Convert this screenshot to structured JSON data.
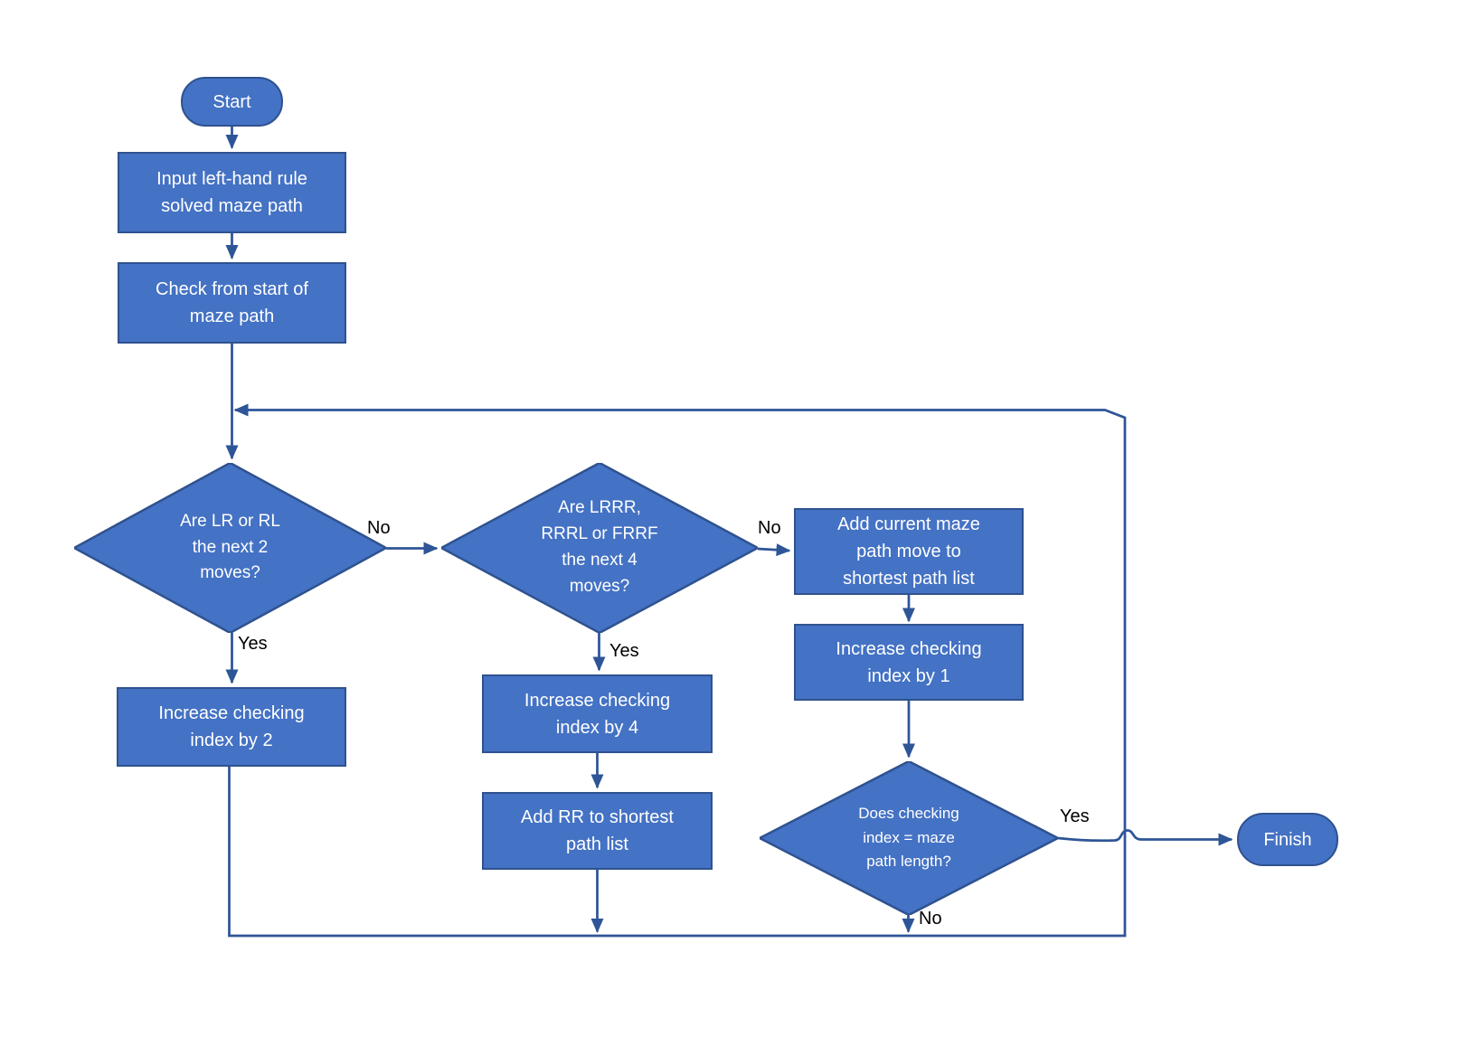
{
  "colors": {
    "background": "#FFFFFF",
    "node_fill": "#4472C4",
    "node_border": "#2F528F",
    "connector": "#2E5597",
    "node_text": "#FFFFFF",
    "edge_label_text": "#000000"
  },
  "nodes": {
    "start": {
      "type": "terminator",
      "label": "Start"
    },
    "input_path": {
      "type": "process",
      "label": "Input left-hand rule\nsolved maze path"
    },
    "check_start": {
      "type": "process",
      "label": "Check from start of\nmaze path"
    },
    "decision_lr_rl": {
      "type": "decision",
      "label": "Are LR or RL\nthe next 2\nmoves?"
    },
    "decision_lrrr": {
      "type": "decision",
      "label": "Are LRRR,\nRRRL or FRRF\nthe next 4\nmoves?"
    },
    "add_current": {
      "type": "process",
      "label": "Add current maze\npath move to\nshortest path list"
    },
    "inc_by_2": {
      "type": "process",
      "label": "Increase checking\nindex by 2"
    },
    "inc_by_4": {
      "type": "process",
      "label": "Increase checking\nindex by 4"
    },
    "add_rr": {
      "type": "process",
      "label": "Add RR to shortest\npath list"
    },
    "inc_by_1": {
      "type": "process",
      "label": "Increase checking\nindex by 1"
    },
    "decision_done": {
      "type": "decision",
      "label": "Does checking\nindex = maze\npath length?"
    },
    "finish": {
      "type": "terminator",
      "label": "Finish"
    }
  },
  "edge_labels": {
    "d1_no": "No",
    "d1_yes": "Yes",
    "d2_no": "No",
    "d2_yes": "Yes",
    "d3_yes": "Yes",
    "d3_no": "No"
  }
}
